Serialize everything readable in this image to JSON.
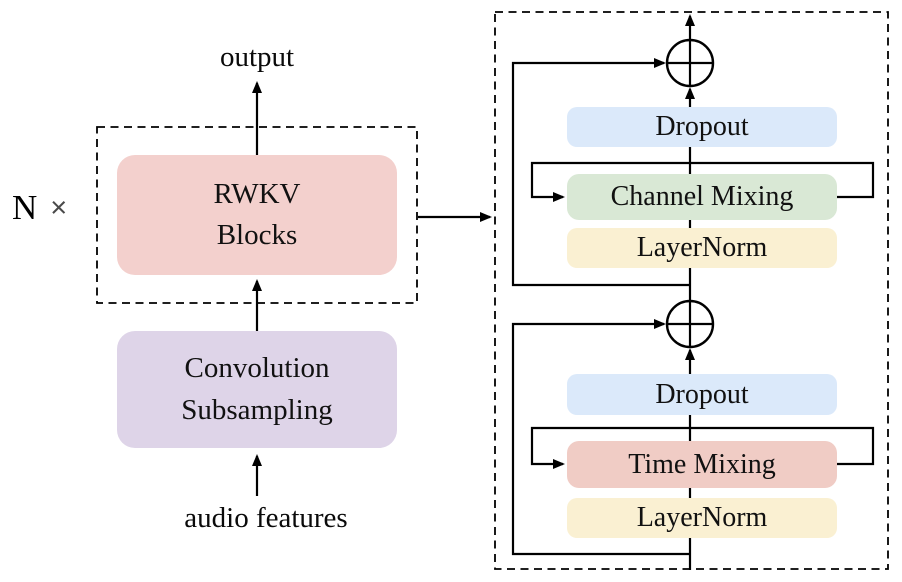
{
  "figure": {
    "background_color": "#ffffff",
    "line_color": "#000000",
    "left_panel": {
      "multiplier_n": "N",
      "multiplier_times": "×",
      "output_label": "output",
      "input_label": "audio features",
      "rwkv_block": {
        "label_line1": "RWKV",
        "label_line2": "Blocks",
        "fill_color": "#f3d0cd"
      },
      "conv_block": {
        "label_line1": "Convolution",
        "label_line2": "Subsampling",
        "fill_color": "#ded4e8"
      }
    },
    "right_panel": {
      "add_symbol": "⊕",
      "channel_group": {
        "dropout": {
          "label": "Dropout",
          "fill_color": "#dbe9fa"
        },
        "mixing": {
          "label": "Channel Mixing",
          "fill_color": "#d9e8d5"
        },
        "layernorm": {
          "label": "LayerNorm",
          "fill_color": "#faf0d2"
        }
      },
      "time_group": {
        "dropout": {
          "label": "Dropout",
          "fill_color": "#dbe9fa"
        },
        "mixing": {
          "label": "Time Mixing",
          "fill_color": "#f0ccc5"
        },
        "layernorm": {
          "label": "LayerNorm",
          "fill_color": "#faf0d2"
        }
      }
    }
  }
}
